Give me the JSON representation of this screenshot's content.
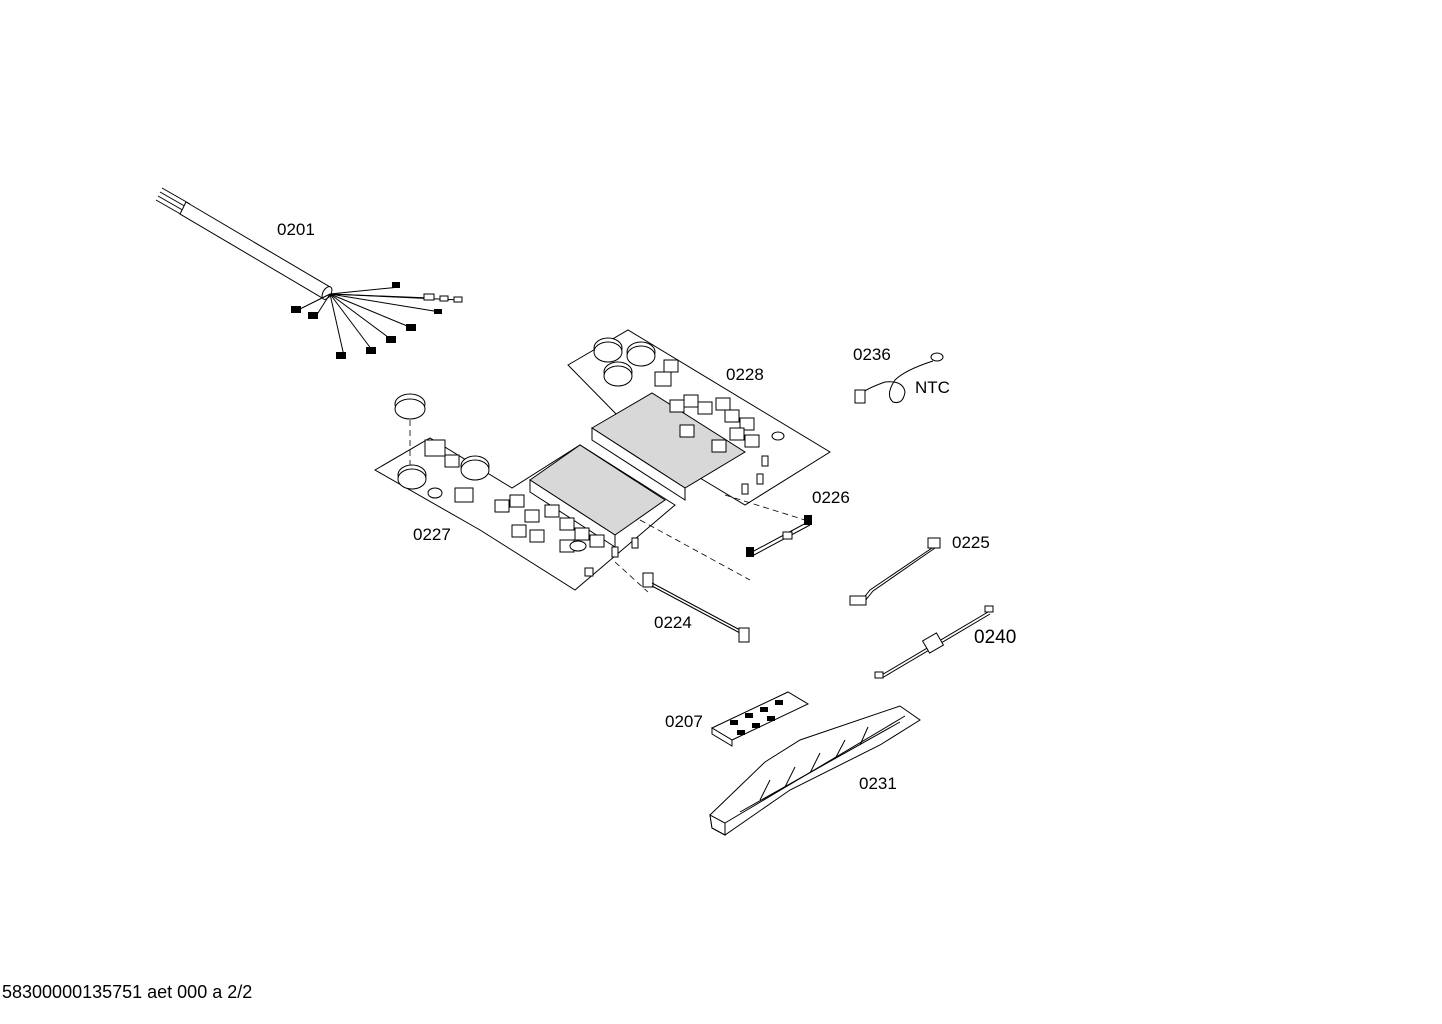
{
  "diagram": {
    "parts": [
      {
        "id": "0201",
        "label": "0201"
      },
      {
        "id": "0228",
        "label": "0228"
      },
      {
        "id": "0236",
        "label": "0236"
      },
      {
        "id": "0227",
        "label": "0227"
      },
      {
        "id": "0226",
        "label": "0226"
      },
      {
        "id": "0225",
        "label": "0225"
      },
      {
        "id": "0224",
        "label": "0224"
      },
      {
        "id": "0240",
        "label": "0240"
      },
      {
        "id": "0207",
        "label": "0207"
      },
      {
        "id": "0231",
        "label": "0231"
      }
    ],
    "annotations": {
      "ntc": "NTC"
    }
  },
  "footer": {
    "text": "58300000135751 aet 000 a 2/2"
  }
}
